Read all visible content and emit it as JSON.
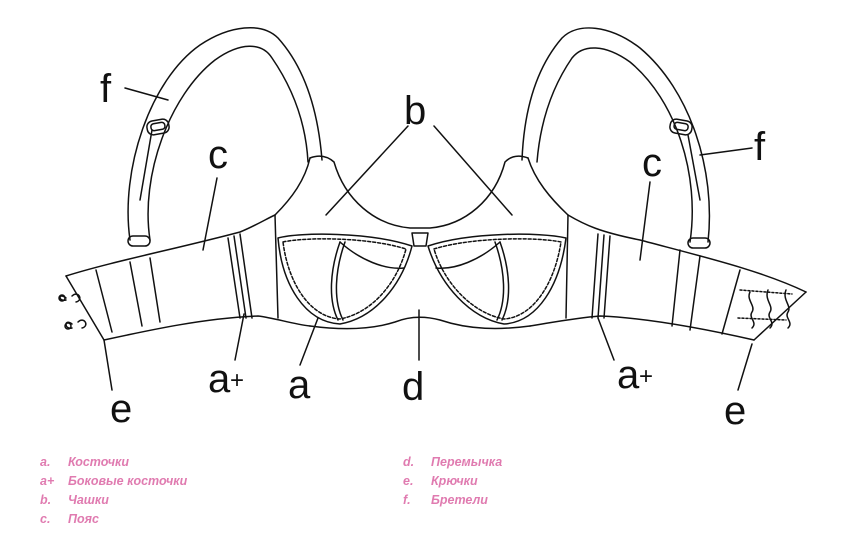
{
  "labels": {
    "b": "b",
    "c_left": "c",
    "c_right": "c",
    "f_left": "f",
    "f_right": "f",
    "a_center": "a",
    "a_plus_left": "a",
    "a_plus_right": "a",
    "plus": "+",
    "d": "d",
    "e_left": "e",
    "e_right": "e"
  },
  "legend": {
    "left": [
      {
        "key": "a.",
        "text": "Косточки"
      },
      {
        "key": "a+",
        "text": "Боковые косточки"
      },
      {
        "key": "b.",
        "text": "Чашки"
      },
      {
        "key": "c.",
        "text": "Пояс"
      }
    ],
    "right": [
      {
        "key": "d.",
        "text": "Перемычка"
      },
      {
        "key": "e.",
        "text": "Крючки"
      },
      {
        "key": "f.",
        "text": "Бретели"
      }
    ]
  },
  "colors": {
    "legend_text": "#e07bb0",
    "line": "#111111"
  }
}
